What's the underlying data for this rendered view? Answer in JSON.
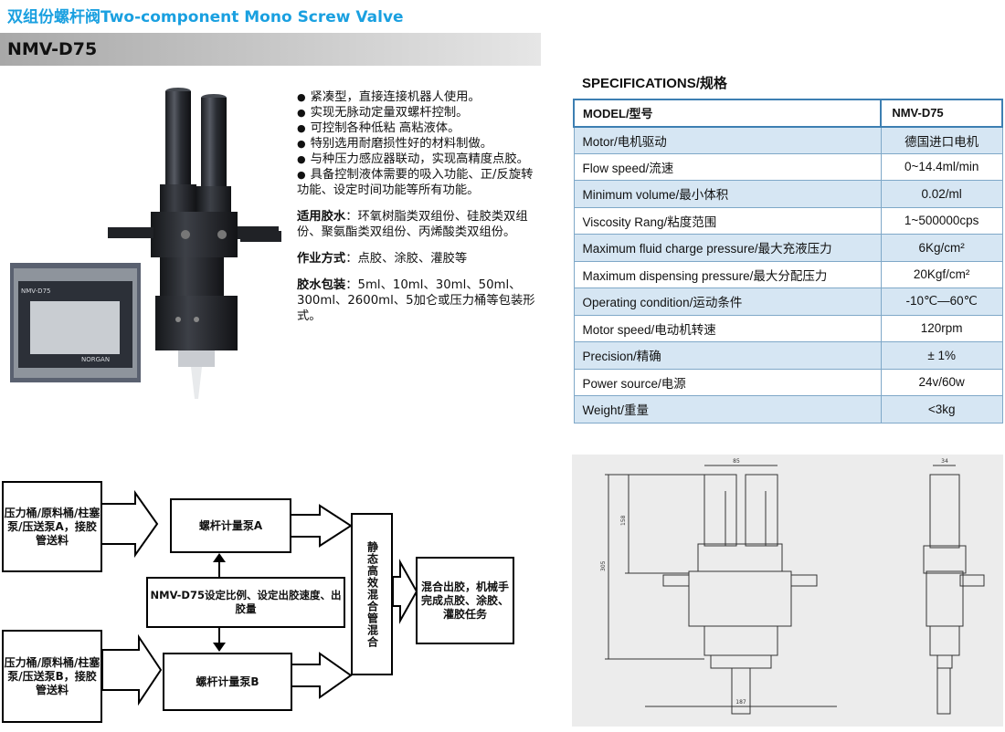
{
  "header": {
    "title": "双组份螺杆阀Two-component Mono Screw Valve",
    "model": "NMV-D75"
  },
  "features": {
    "bullets": [
      "紧凑型，直接连接机器人使用。",
      "实现无脉动定量双螺杆控制。",
      "可控制各种低粘 高粘液体。",
      "特别选用耐磨损性好的材料制做。",
      "与种压力感应器联动，实现高精度点胶。",
      "具备控制液体需要的吸入功能、正/反旋转功能、设定时间功能等所有功能。"
    ],
    "glue_label": "适用胶水",
    "glue_text": "：环氧树脂类双组份、硅胶类双组份、聚氨酯类双组份、丙烯酸类双组份。",
    "work_label": "作业方式",
    "work_text": "：点胶、涂胶、灌胶等",
    "pack_label": "胶水包装",
    "pack_text": "：5ml、10ml、30ml、50ml、300ml、2600ml、5加仑或压力桶等包装形式。"
  },
  "controller": {
    "screen_label": "NMV-D75",
    "brand": "NORGAN"
  },
  "specs": {
    "title": "SPECIFICATIONS/规格",
    "header": [
      "MODEL/型号",
      "NMV-D75"
    ],
    "rows": [
      [
        "Motor/电机驱动",
        "德国进口电机"
      ],
      [
        "Flow speed/流速",
        "0~14.4ml/min"
      ],
      [
        "Minimum volume/最小体积",
        "0.02/ml"
      ],
      [
        "Viscosity Rang/粘度范围",
        "1~500000cps"
      ],
      [
        "Maximum fluid charge pressure/最大充液压力",
        "6Kg/cm²"
      ],
      [
        "Maximum dispensing pressure/最大分配压力",
        "20Kgf/cm²"
      ],
      [
        "Operating condition/运动条件",
        "-10℃—60℃"
      ],
      [
        "Motor speed/电动机转速",
        "120rpm"
      ],
      [
        "Precision/精确",
        "± 1%"
      ],
      [
        "Power source/电源",
        "24v/60w"
      ],
      [
        "Weight/重量",
        "<3kg"
      ]
    ]
  },
  "flow": {
    "input_a": "压力桶/原料桶/柱塞泵/压送泵A，接胶管送料",
    "input_b": "压力桶/原料桶/柱塞泵/压送泵B，接胶管送料",
    "pump_a": "螺杆计量泵A",
    "pump_b": "螺杆计量泵B",
    "control": "NMV-D75设定比例、设定出胶速度、出胶量",
    "mixer": "静态高效混合管混合",
    "output": "混合出胶，机械手完成点胶、涂胶、灌胶任务"
  },
  "drawing": {
    "dim_top": "85",
    "dim_side": "34",
    "dim_bottom": "187",
    "dim_h1": "158",
    "dim_h2": "305"
  },
  "colors": {
    "title": "#1aa0e0",
    "table_alt": "#d6e6f3",
    "table_border": "#3d7fb2"
  }
}
